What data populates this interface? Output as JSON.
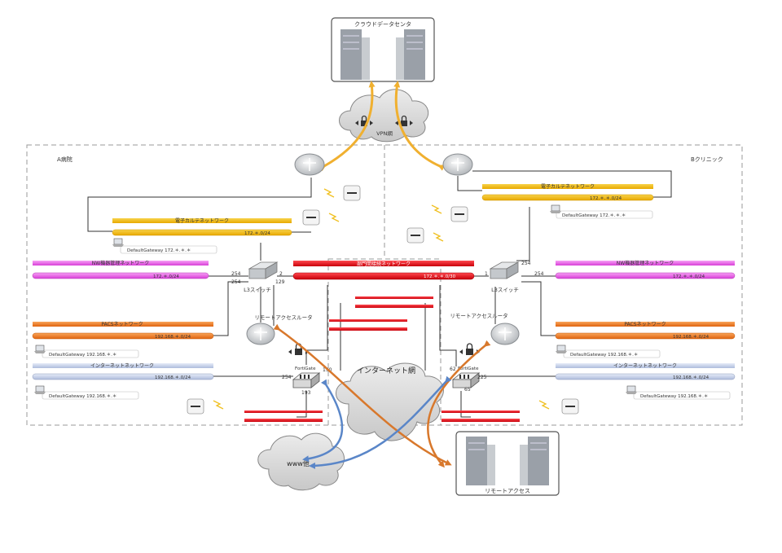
{
  "cloud_datacenter": {
    "label": "クラウドデータセンタ"
  },
  "vpn": {
    "label": "VPN網"
  },
  "hospital_a": {
    "label": "A病院"
  },
  "clinic_b": {
    "label": "Bクリニック"
  },
  "internet": {
    "label": "インターネット網"
  },
  "www": {
    "label": "www他"
  },
  "remote_access_server": {
    "label": "リモートアクセス"
  },
  "a": {
    "emr_title": "電子カルテネットワーク",
    "emr_subnet": "172.＊.0/24",
    "emr_gateway": "DefaultGateway 172.＊.＊.＊",
    "nw_title": "NW機器管理ネットワーク",
    "nw_subnet": "172.＊.0/24",
    "pacs_title": "PACSネットワーク",
    "pacs_subnet": "192.168.＊.0/24",
    "pacs_gateway": "DefaultGateway 192.168.＊.＊",
    "inet_title": "インターネットネットワーク",
    "inet_subnet": "192.168.＊.0/24",
    "inet_gateway": "DefaultGateway 192.168.＊.＊",
    "l3_label": "L3スイッチ",
    "remote_router_label": "リモートアクセスルータ",
    "fortigate_label": "FortiGate",
    "port_254a": "254",
    "port_254b": "254",
    "port_2": "2",
    "port_129": "129",
    "port_190": "190",
    "port_254c": "254",
    "port_193": "193"
  },
  "shared": {
    "title": "部門間接続ネットワーク",
    "subnet": "172.＊.＊.0/30"
  },
  "b": {
    "emr_title": "電子カルテネットワーク",
    "emr_subnet": "172.＊.＊.0/24",
    "emr_gateway": "DefaultGateway 172.＊.＊.＊",
    "nw_title": "NW機器管理ネットワーク",
    "nw_subnet": "172.＊.＊.0/24",
    "pacs_title": "PACSネットワーク",
    "pacs_subnet": "192.168.＊.0/24",
    "pacs_gateway": "DefaultGateway 192.168.＊.＊",
    "inet_title": "インターネットネットワーク",
    "inet_subnet": "192.168.＊.0/24",
    "inet_gateway": "DefaultGateway 192.168.＊.＊",
    "l3_label": "L3スイッチ",
    "remote_router_label": "リモートアクセスルータ",
    "fortigate_label": "FortiGate",
    "port_254a": "254",
    "port_254b": "254",
    "port_1": "1",
    "port_62": "62",
    "port_225": "225",
    "port_65": "65"
  },
  "colors": {
    "emr": "#f5c518",
    "nw": "#ee66ee",
    "pacs": "#f07a1e",
    "inet": "#c8d4ec",
    "shared": "#e8101c",
    "vpn_arrow": "#f0b030",
    "remote_arrow": "#d8782c",
    "inet_arrow": "#5a86c8"
  }
}
